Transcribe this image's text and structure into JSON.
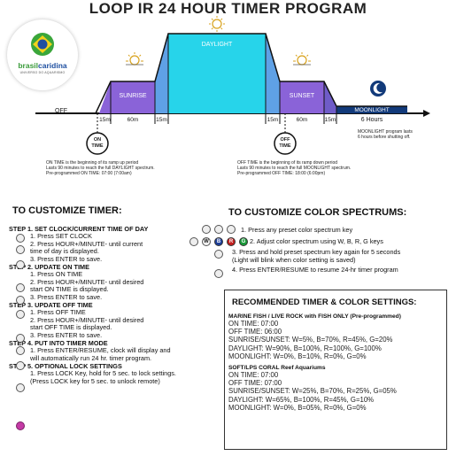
{
  "title": "LOOP IR 24 HOUR TIMER PROGRAM",
  "logo": {
    "name_a": "brasil",
    "name_b": "caridina",
    "sub": "UNIVERSO DO AQUARISMO"
  },
  "diagram": {
    "off_label": "OFF",
    "sunrise_label": "SUNRISE",
    "daylight_label": "DAYLIGHT",
    "sunset_label": "SUNSET",
    "moonlight_label": "MOONLIGHT",
    "dur_15a": "15m",
    "dur_60a": "60m",
    "dur_15b": "15m",
    "dur_15c": "15m",
    "dur_60b": "60m",
    "dur_15d": "15m",
    "dur_6h": "6 Hours",
    "on_time_a": "ON",
    "on_time_b": "TIME",
    "off_time_a": "OFF",
    "off_time_b": "TIME",
    "moon_note_1": "MOONLIGHT program lasts",
    "moon_note_2": "6 hours before shutting off.",
    "on_note_1": "ON TIME is the beginning of its ramp up period",
    "on_note_2": "Lasts 90 minutes to reach the full DAYLIGHT spectrum.",
    "on_note_3": "Pre-programmed ON TIME: 07:00 (7:00am)",
    "off_note_1": "OFF TIME is the beginning of its ramp down period",
    "off_note_2": "Lasts 90 minutes to reach the full MOONLIGHT spectrum.",
    "off_note_3": "Pre-programmed OFF TIME: 18:00 (6:00pm)",
    "colors": {
      "sunrise": "#8a63d8",
      "daylight": "#27d4ea",
      "sunset": "#8a63d8",
      "moonlight": "#123a7a"
    }
  },
  "customize_timer": {
    "heading": "TO CUSTOMIZE TIMER:",
    "step1": "STEP 1.  SET CLOCK/CURRENT TIME OF DAY",
    "s1_l1": "1. Press SET CLOCK",
    "s1_l2": "2. Press HOUR+/MINUTE- until current",
    "s1_l3": "time of day is displayed.",
    "s1_l4": "3. Press ENTER to save.",
    "step2": "STEP 2. UPDATE ON TIME",
    "s2_l1": "1. Press ON TIME",
    "s2_l2": "2. Press HOUR+/MINUTE- until desired",
    "s2_l3": "start ON TIME is displayed.",
    "s2_l4": "3. Press ENTER to save.",
    "step3": "STEP 3. UPDATE OFF TIME",
    "s3_l1": "1. Press OFF TIME",
    "s3_l2": "2. Press HOUR+/MINUTE- until desired",
    "s3_l3": "start OFF TIME is displayed.",
    "s3_l4": "3. Press ENTER to save.",
    "step4": "STEP 4. PUT INTO TIMER MODE",
    "s4_l1": "1. Press ENTER/RESUME, clock will display and",
    "s4_l2": "will automatically run 24 hr. timer program.",
    "step5": "STEP 5. OPTIONAL LOCK SETTINGS",
    "s5_l1": "1. Press LOCK Key, hold for 5 sec. to lock settings.",
    "s5_l2": "(Press LOCK key for 5 sec. to unlock remote)"
  },
  "customize_color": {
    "heading": "TO CUSTOMIZE COLOR SPECTRUMS:",
    "l1": "1. Press any preset color spectrum key",
    "l2": "2. Adjust color spectrum using W, B, R, G keys",
    "l3": "3. Press and hold preset spectrum key again for 5 seconds",
    "l4": "(Light will blink when color setting is saved)",
    "l5": "4. Press ENTER/RESUME to resume 24-hr timer program",
    "keys": [
      "W",
      "B",
      "R",
      "G"
    ]
  },
  "recommended": {
    "heading": "RECOMMENDED TIMER & COLOR SETTINGS:",
    "marine_head": "MARINE FISH / LIVE ROCK with FISH ONLY (Pre-programmed)",
    "marine": [
      "ON TIME: 07:00",
      "OFF TIME: 06:00",
      "SUNRISE/SUNSET: W=5%, B=70%, R=45%, G=20%",
      "DAYLIGHT:  W=90%, B=100%, R=100%, G=100%",
      "MOONLIGHT:  W=0%, B=10%, R=0%, G=0%"
    ],
    "coral_head": "SOFT/LPS CORAL Reef Aquariums",
    "coral": [
      "ON TIME: 07:00",
      "OFF TIME: 07:00",
      "SUNRISE/SUNSET: W=25%, B=70%, R=25%, G=05%",
      "DAYLIGHT:  W=65%, B=100%, R=45%, G=10%",
      "MOONLIGHT:  W=0%, B=05%, R=0%, G=0%"
    ]
  }
}
